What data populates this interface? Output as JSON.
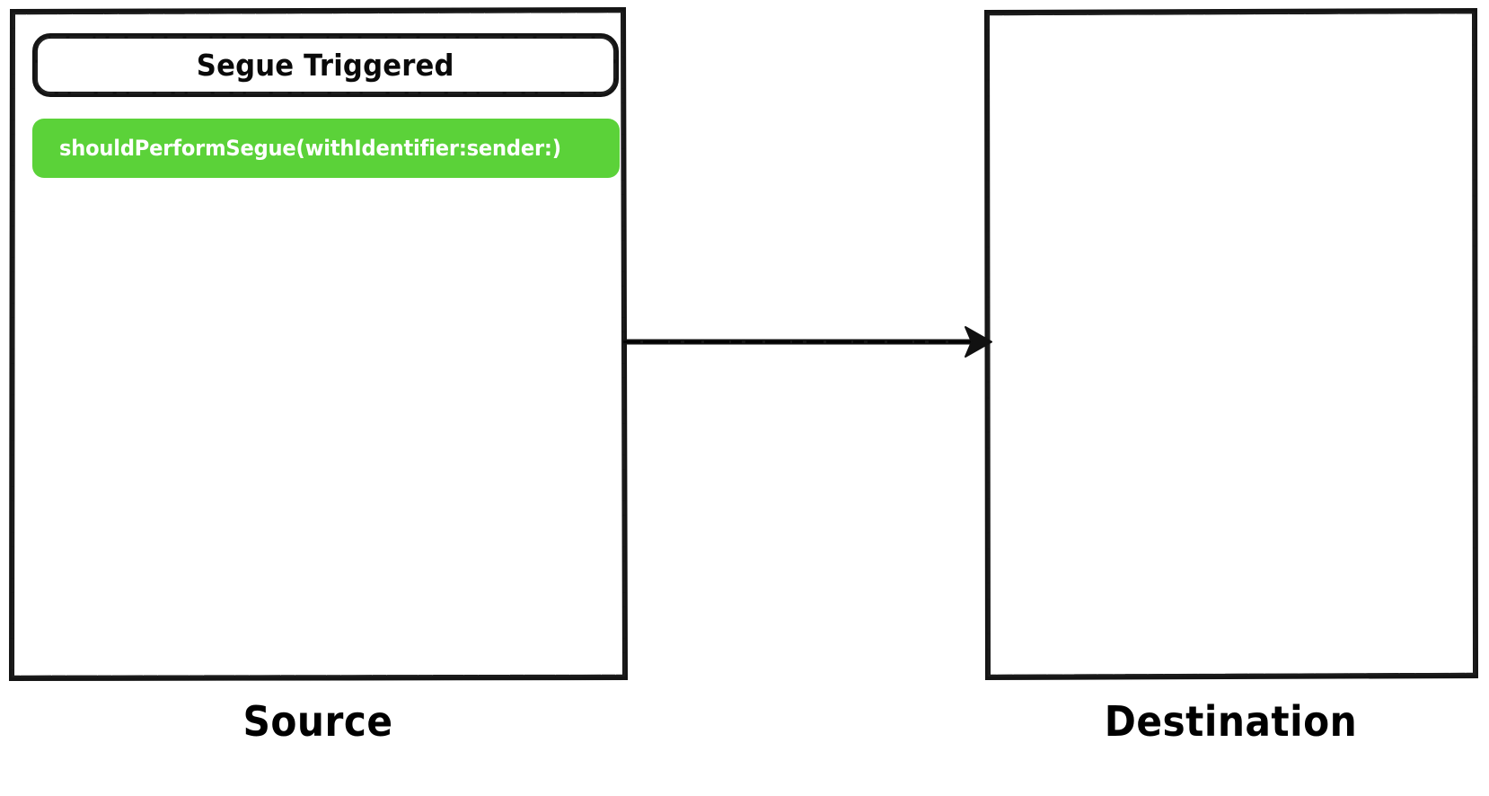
{
  "diagram": {
    "title": "Segue Triggered",
    "source": {
      "caption": "Source",
      "header_label": "Segue Triggered",
      "method_pill": {
        "label": "shouldPerformSegue(withIdentifier:sender:)",
        "color": "#5BD239",
        "text_color": "#ffffff"
      }
    },
    "destination": {
      "caption": "Destination",
      "items": []
    },
    "connector": {
      "direction": "source-to-destination",
      "arrowhead": "filled-triangle",
      "color": "#111111"
    },
    "colors": {
      "stroke": "#111111",
      "background": "#ffffff",
      "accent_green": "#5BD239"
    }
  }
}
